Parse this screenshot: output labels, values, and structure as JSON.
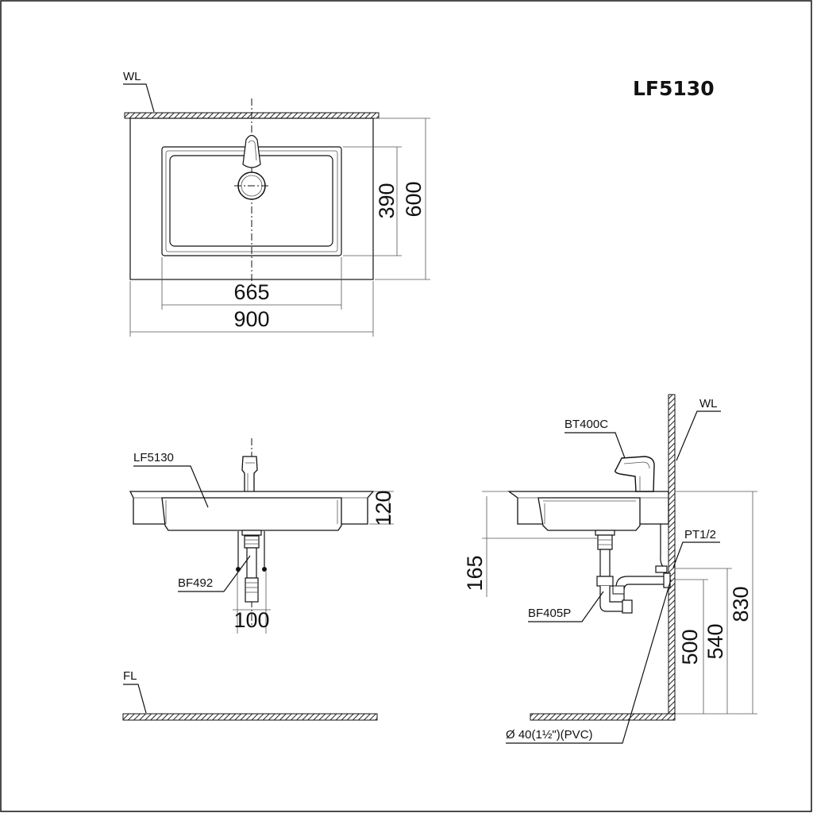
{
  "model_title": "LF5130",
  "top_view": {
    "wall_label": "WL",
    "dims": {
      "bowl_depth": "390",
      "overall_depth": "600",
      "bowl_width": "665",
      "overall_width": "900"
    }
  },
  "front_view": {
    "basin_label": "LF5130",
    "trap_label": "BF492",
    "floor_label": "FL",
    "dims": {
      "rim_height": "120",
      "trap_width": "100"
    }
  },
  "side_view": {
    "wall_label": "WL",
    "faucet_label": "BT400C",
    "supply_label": "PT1/2",
    "trap_label": "BF405P",
    "pipe_label": "Ø  40(1½\")(PVC)",
    "dims": {
      "basin_depth": "165",
      "drain_height": "500",
      "supply_height": "540",
      "rim_height": "830"
    }
  }
}
